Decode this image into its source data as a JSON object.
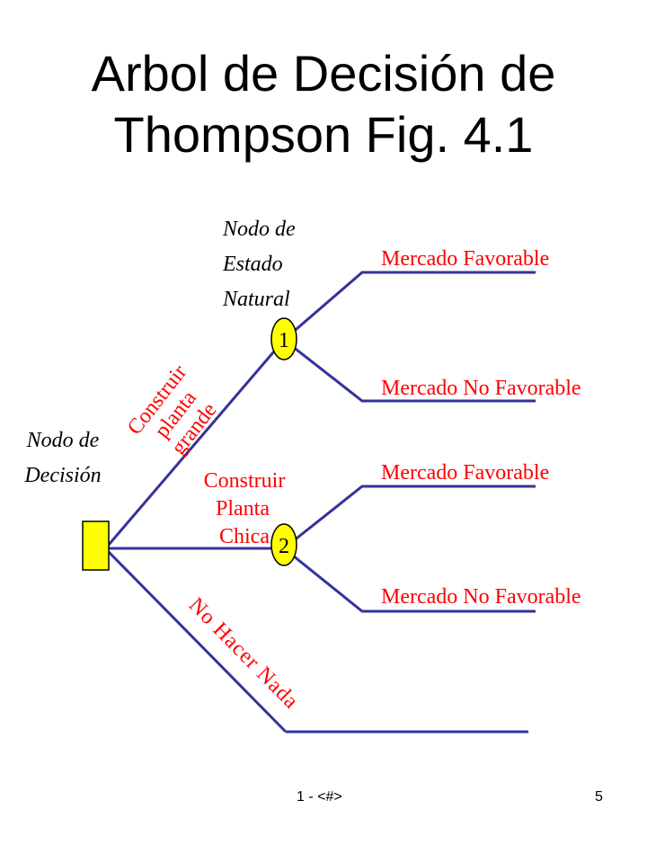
{
  "title": {
    "line1": "Arbol de Decisión de",
    "line2": "Thompson Fig. 4.1"
  },
  "decision_node_label": [
    "Nodo de",
    "Decisión"
  ],
  "state_node_label": [
    "Nodo de",
    "Estado",
    "Natural"
  ],
  "nodes": {
    "state1": "1",
    "state2": "2"
  },
  "branches": {
    "large": [
      "Construir",
      "planta",
      "grande"
    ],
    "small": [
      "Construir",
      "Planta",
      "Chica"
    ],
    "nothing": "No Hacer Nada"
  },
  "outcomes": [
    "Mercado Favorable",
    "Mercado No Favorable",
    "Mercado Favorable",
    "Mercado No Favorable"
  ],
  "footer": {
    "center": "1 - <#>",
    "page": "5"
  },
  "colors": {
    "line": "#333399",
    "node_fill": "#ffff00",
    "label_red": "#ff0000"
  }
}
